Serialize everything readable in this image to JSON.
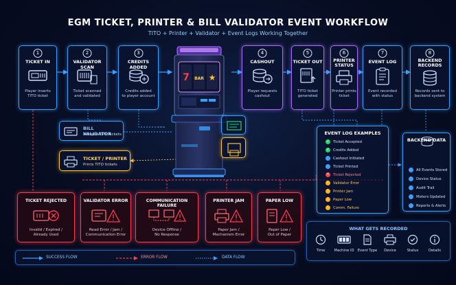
{
  "title": "EGM TICKET, PRINTER & BILL VALIDATOR EVENT WORKFLOW",
  "subtitle": "TITO + Printer + Validator + Event Logs Working Together",
  "steps": [
    {
      "num": "1",
      "title": "TICKET IN",
      "desc1": "Player inserts",
      "desc2": "TITO ticket",
      "icon": "ticket-icon"
    },
    {
      "num": "2",
      "title": "VALIDATOR SCAN",
      "desc1": "Ticket scanned",
      "desc2": "and validated",
      "icon": "scanner-icon"
    },
    {
      "num": "3",
      "title": "CREDITS ADDED",
      "desc1": "Credits added",
      "desc2": "to player account",
      "icon": "coins-icon"
    },
    {
      "num": "4",
      "title": "CASHOUT",
      "desc1": "Player requests",
      "desc2": "cashout",
      "icon": "cashout-icon"
    },
    {
      "num": "5",
      "title": "TICKET OUT",
      "desc1": "TITO ticket",
      "desc2": "generated",
      "icon": "ticket-out-icon"
    },
    {
      "num": "6",
      "title": "PRINTER STATUS",
      "title1": "PRINTER",
      "title2": "STATUS",
      "desc1": "Printer prints",
      "desc2": "ticket",
      "icon": "printer-icon"
    },
    {
      "num": "7",
      "title": "EVENT LOG",
      "desc1": "Event recorded",
      "desc2": "with status",
      "icon": "clipboard-icon"
    },
    {
      "num": "8",
      "title": "BACKEND RECORDS",
      "title1": "BACKEND",
      "title2": "RECORDS",
      "desc1": "Records sent to",
      "desc2": "backend system",
      "icon": "database-icon"
    }
  ],
  "bill_validator": {
    "title": "BILL VALIDATOR",
    "desc": "Accepts TITO tickets"
  },
  "ticket_printer": {
    "title": "TICKET / PRINTER",
    "desc": "Prints TITO tickets"
  },
  "errors": [
    {
      "title": "TICKET REJECTED",
      "desc1": "Invalid / Expired /",
      "desc2": "Already Used"
    },
    {
      "title": "VALIDATOR ERROR",
      "desc1": "Read Error / Jam /",
      "desc2": "Communication Error"
    },
    {
      "title": "COMMUNICATION FAILURE",
      "desc1": "Device Offline /",
      "desc2": "No Response"
    },
    {
      "title": "PRINTER JAM",
      "desc1": "Paper Jam /",
      "desc2": "Mechanism Error"
    },
    {
      "title": "PAPER LOW",
      "desc1": "Paper Low /",
      "desc2": "Out of Paper"
    }
  ],
  "event_log_examples": {
    "title": "EVENT LOG EXAMPLES",
    "items": [
      {
        "label": "Ticket Accepted",
        "status": "ok",
        "color": "#2bd46b"
      },
      {
        "label": "Credits Added",
        "status": "ok",
        "color": "#2bd46b"
      },
      {
        "label": "Cashout Initiated",
        "status": "info",
        "color": "#3aa0ff"
      },
      {
        "label": "Ticket Printed",
        "status": "info",
        "color": "#3aa0ff"
      },
      {
        "label": "Ticket Rejected",
        "status": "error",
        "color": "#ff3b4f"
      },
      {
        "label": "Validator Error",
        "status": "warn",
        "color": "#ffb020"
      },
      {
        "label": "Printer Jam",
        "status": "warn",
        "color": "#ffb020"
      },
      {
        "label": "Paper Low",
        "status": "warn",
        "color": "#ffb020"
      },
      {
        "label": "Comm. Failure",
        "status": "warn",
        "color": "#ffb020"
      }
    ]
  },
  "backend_data": {
    "title": "BACKEND DATA",
    "items": [
      "All Events Stored",
      "Device Status",
      "Audit Trail",
      "Meters Updated",
      "Reports & Alerts"
    ]
  },
  "what_gets_recorded": {
    "title": "WHAT GETS RECORDED",
    "items": [
      {
        "label": "Time",
        "icon": "clock-icon"
      },
      {
        "label": "Machine ID",
        "icon": "machine-id-icon"
      },
      {
        "label": "Event Type",
        "icon": "document-icon"
      },
      {
        "label": "Device",
        "icon": "device-icon"
      },
      {
        "label": "Status",
        "icon": "check-circle-icon"
      },
      {
        "label": "Details",
        "icon": "info-icon"
      }
    ]
  },
  "legend": {
    "success": "SUCCESS FLOW",
    "error": "ERROR FLOW",
    "data": "DATA FLOW"
  },
  "slot_reels": "BAR",
  "colors": {
    "blue": "#3aa0ff",
    "purple": "#a86bff",
    "red": "#ff3b4f",
    "yellow": "#ffc233",
    "green": "#2bd46b"
  }
}
